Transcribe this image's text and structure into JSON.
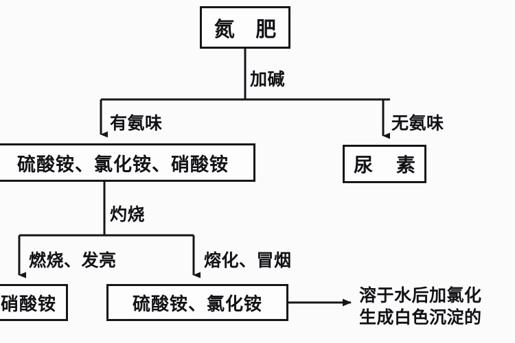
{
  "diagram": {
    "title": "氮肥鉴别流程图",
    "type": "flowchart",
    "ink_color": "#15151a",
    "background_color": "#fbfbfc",
    "nodes": [
      {
        "id": "fertilizer",
        "text": "氮 肥"
      },
      {
        "id": "ammonium_salts",
        "text": "硫酸铵、氯化铵、硝酸铵"
      },
      {
        "id": "urea",
        "text": "尿 素"
      },
      {
        "id": "ammonium_nitrate",
        "text": "硝酸铵"
      },
      {
        "id": "sulfate_chloride",
        "text": "硫酸铵、氯化铵"
      }
    ],
    "edge_labels": [
      {
        "id": "add_alkali",
        "text": "加碱"
      },
      {
        "id": "has_ammonia",
        "text": "有氨味"
      },
      {
        "id": "no_ammonia",
        "text": "无氨味"
      },
      {
        "id": "ignite",
        "text": "灼烧"
      },
      {
        "id": "burns_bright",
        "text": "燃烧、发亮"
      },
      {
        "id": "melts_smokes",
        "text": "熔化、冒烟"
      }
    ],
    "annotation": {
      "id": "precipitate_note",
      "line1": "溶于水后加氯化",
      "line2": "生成白色沉淀的"
    }
  }
}
